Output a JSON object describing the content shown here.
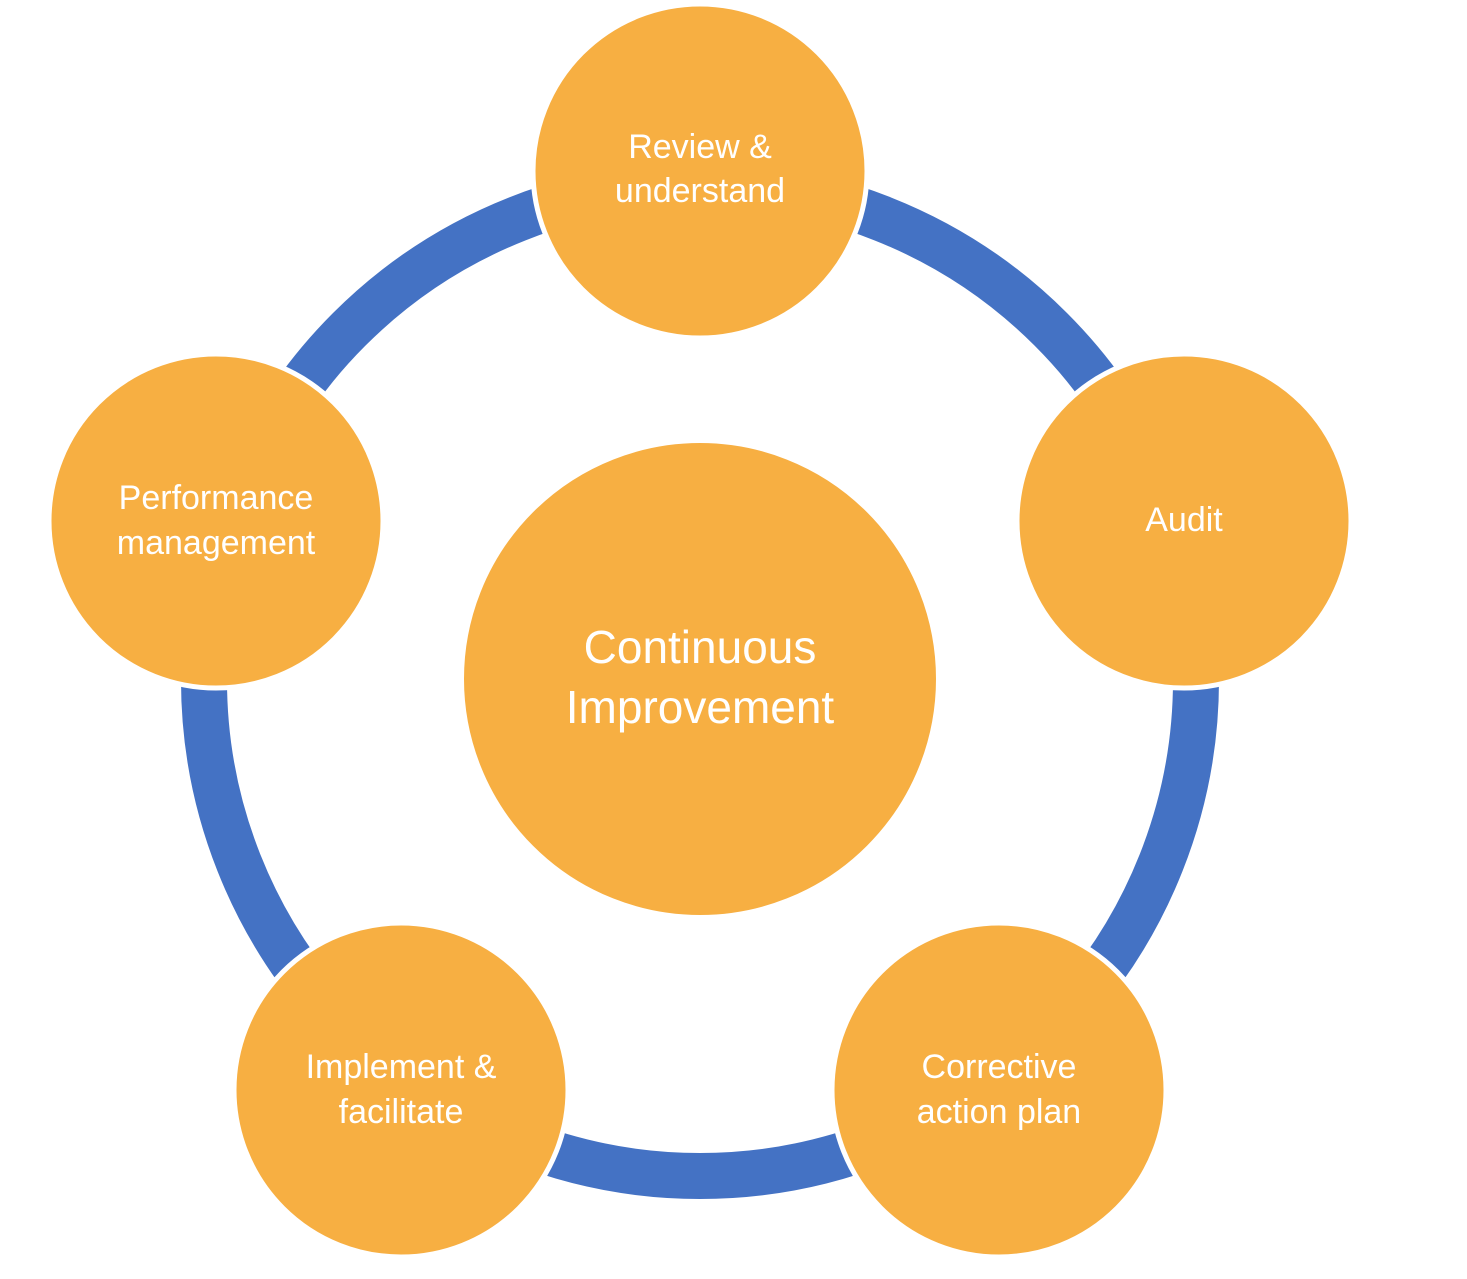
{
  "diagram": {
    "center": {
      "line1": "Continuous",
      "line2": "Improvement"
    },
    "nodes": [
      {
        "id": "review",
        "line1": "Review &",
        "line2": "understand"
      },
      {
        "id": "audit",
        "line1": "Audit",
        "line2": ""
      },
      {
        "id": "corrective",
        "line1": "Corrective",
        "line2": "action plan"
      },
      {
        "id": "implement",
        "line1": "Implement &",
        "line2": "facilitate"
      },
      {
        "id": "performance",
        "line1": "Performance",
        "line2": "management"
      }
    ],
    "colors": {
      "node_fill": "#F7AF42",
      "ring": "#4472C4",
      "node_border": "#FFFFFF",
      "text": "#FFFFFF",
      "background": "#FFFFFF"
    }
  }
}
